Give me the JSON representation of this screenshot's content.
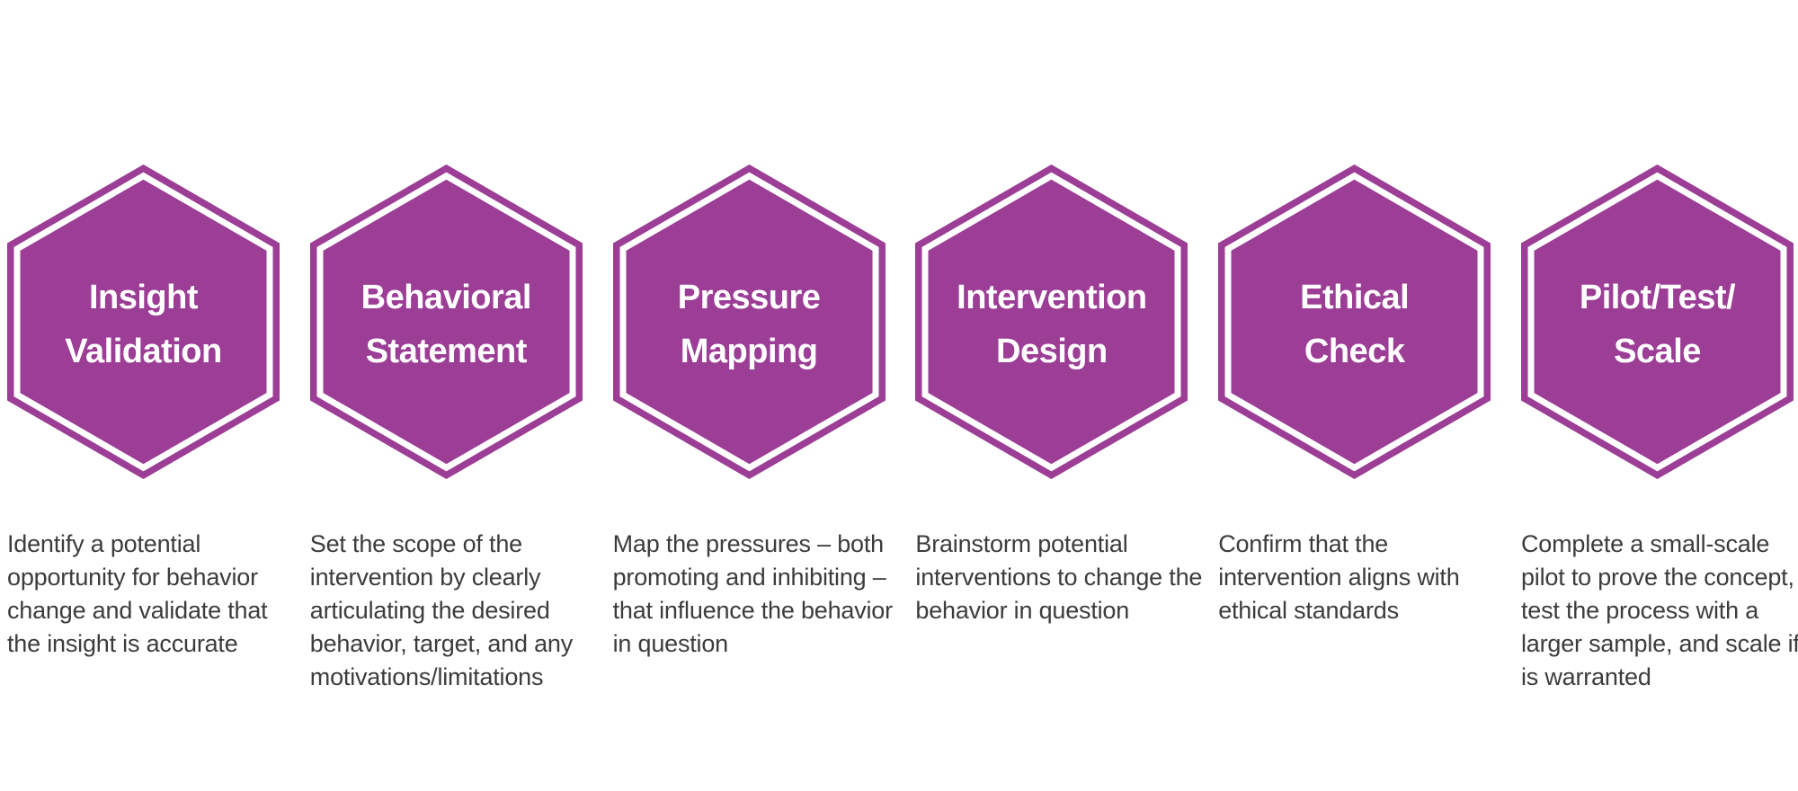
{
  "theme": {
    "background": "#FFFFFF",
    "hexagon_fill": "#9C3D96",
    "hexagon_ring": "#FFFFFF",
    "title_color": "#FFFFFF",
    "description_color": "#3C3C3C"
  },
  "steps": [
    {
      "title_lines": [
        "Insight",
        "Validation"
      ],
      "description": "Identify a potential opportunity for behavior change and validate that the insight is accurate"
    },
    {
      "title_lines": [
        "Behavioral",
        "Statement"
      ],
      "description": "Set the scope of the intervention by clearly articulating the desired behavior, target, and any motivations/limitations"
    },
    {
      "title_lines": [
        "Pressure",
        "Mapping"
      ],
      "description": "Map the pressures – both promoting and inhibiting – that influence the behavior in question"
    },
    {
      "title_lines": [
        "Intervention",
        "Design"
      ],
      "description": "Brainstorm potential interventions to change the behavior in question"
    },
    {
      "title_lines": [
        "Ethical",
        "Check"
      ],
      "description": "Confirm that the intervention aligns with ethical standards"
    },
    {
      "title_lines": [
        "Pilot/Test/",
        "Scale"
      ],
      "description": "Complete a small-scale pilot to prove the concept, test the process with a larger sample, and scale if it is warranted"
    }
  ]
}
